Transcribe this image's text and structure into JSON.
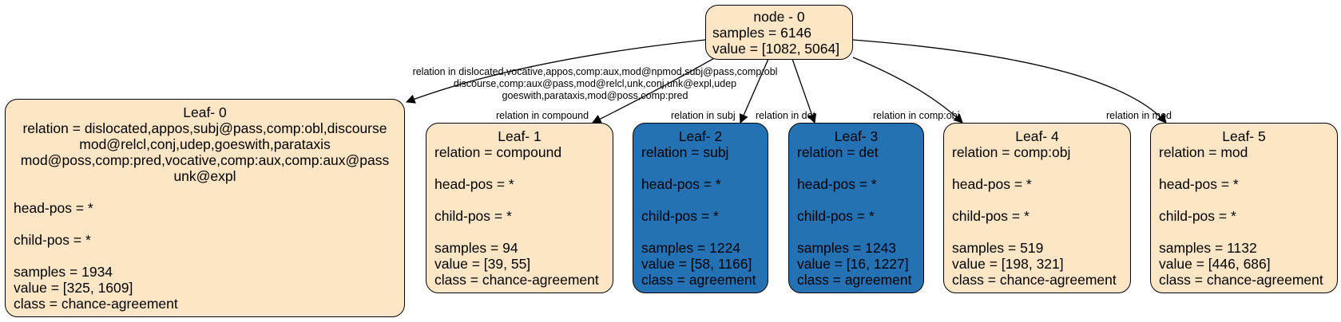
{
  "colors": {
    "light_fill": "#fde6c5",
    "dark_fill": "#2471b4",
    "stroke": "#000000"
  },
  "root": {
    "title": "node - 0",
    "samples": "samples = 6146",
    "value": "value = [1082, 5064]"
  },
  "leaves": [
    {
      "title": "Leaf- 0",
      "relation_lines": [
        "relation = dislocated,appos,subj@pass,comp:obl,discourse",
        "mod@relcl,conj,udep,goeswith,parataxis",
        "mod@poss,comp:pred,vocative,comp:aux,comp:aux@pass",
        "unk@expl"
      ],
      "head_pos": "head-pos = *",
      "child_pos": "child-pos = *",
      "samples": "samples = 1934",
      "value": "value = [325, 1609]",
      "class": "class = chance-agreement"
    },
    {
      "title": "Leaf- 1",
      "relation_lines": [
        "relation = compound"
      ],
      "head_pos": "head-pos = *",
      "child_pos": "child-pos = *",
      "samples": "samples = 94",
      "value": "value = [39, 55]",
      "class": "class = chance-agreement"
    },
    {
      "title": "Leaf- 2",
      "relation_lines": [
        "relation = subj"
      ],
      "head_pos": "head-pos = *",
      "child_pos": "child-pos = *",
      "samples": "samples = 1224",
      "value": "value = [58, 1166]",
      "class": "class = agreement"
    },
    {
      "title": "Leaf- 3",
      "relation_lines": [
        "relation = det"
      ],
      "head_pos": "head-pos = *",
      "child_pos": "child-pos = *",
      "samples": "samples = 1243",
      "value": "value = [16, 1227]",
      "class": "class = agreement"
    },
    {
      "title": "Leaf- 4",
      "relation_lines": [
        "relation = comp:obj"
      ],
      "head_pos": "head-pos = *",
      "child_pos": "child-pos = *",
      "samples": "samples = 519",
      "value": "value = [198, 321]",
      "class": "class = chance-agreement"
    },
    {
      "title": "Leaf- 5",
      "relation_lines": [
        "relation = mod"
      ],
      "head_pos": "head-pos = *",
      "child_pos": "child-pos = *",
      "samples": "samples = 1132",
      "value": "value = [446, 686]",
      "class": "class = chance-agreement"
    }
  ],
  "edges": [
    {
      "label_lines": [
        "relation in dislocated,vocative,appos,comp:aux,mod@npmod,subj@pass,comp:obl",
        "discourse,comp:aux@pass,mod@relcl,unk,conj,unk@expl,udep",
        "goeswith,parataxis,mod@poss,comp:pred"
      ]
    },
    {
      "label_lines": [
        "relation in compound"
      ]
    },
    {
      "label_lines": [
        "relation in subj"
      ]
    },
    {
      "label_lines": [
        "relation in det"
      ]
    },
    {
      "label_lines": [
        "relation in comp:obj"
      ]
    },
    {
      "label_lines": [
        "relation in mod"
      ]
    }
  ]
}
